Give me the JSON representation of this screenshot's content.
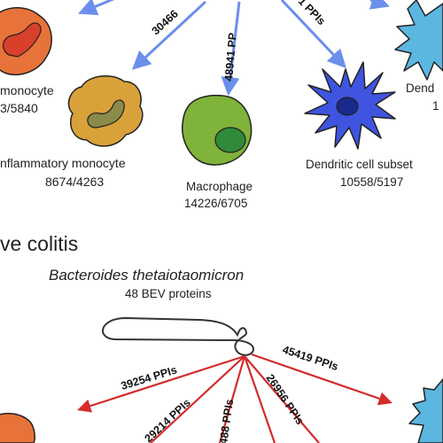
{
  "top_section": {
    "cells": [
      {
        "name": "monocyte",
        "label": "monocyte",
        "counts": "3/5840"
      },
      {
        "name": "inflammatory-monocyte",
        "label": "nflammatory monocyte",
        "counts": "8674/4263"
      },
      {
        "name": "macrophage",
        "label": "Macrophage",
        "counts": "14226/6705"
      },
      {
        "name": "dendritic-cell-subset",
        "label": "Dendritic cell subset",
        "counts": "10558/5197"
      },
      {
        "name": "dendritic-right",
        "label": "Dend",
        "counts": "1"
      }
    ],
    "edges": [
      {
        "label": "30466"
      },
      {
        "label": "48941 PP"
      },
      {
        "label": "1 PPIs"
      }
    ]
  },
  "bottom_section": {
    "heading": "ve colitis",
    "organism": "Bacteroides thetaiotaomicron",
    "protein_count": "48 BEV proteins",
    "edges": [
      {
        "label": "39254 PPIs"
      },
      {
        "label": "29214 PPIs"
      },
      {
        "label": "488 PPIs"
      },
      {
        "label": "26956 PPIs"
      },
      {
        "label": "45419 PPIs"
      }
    ]
  },
  "colors": {
    "blue_arrow": "#6b8fec",
    "red_arrow": "#d42b2b",
    "monocyte": "#e8733a",
    "inflammatory_monocyte": "#d9a13a",
    "macrophage": "#7fb33a",
    "dendritic": "#3f55e0",
    "dendritic_right": "#5bb6e0"
  }
}
